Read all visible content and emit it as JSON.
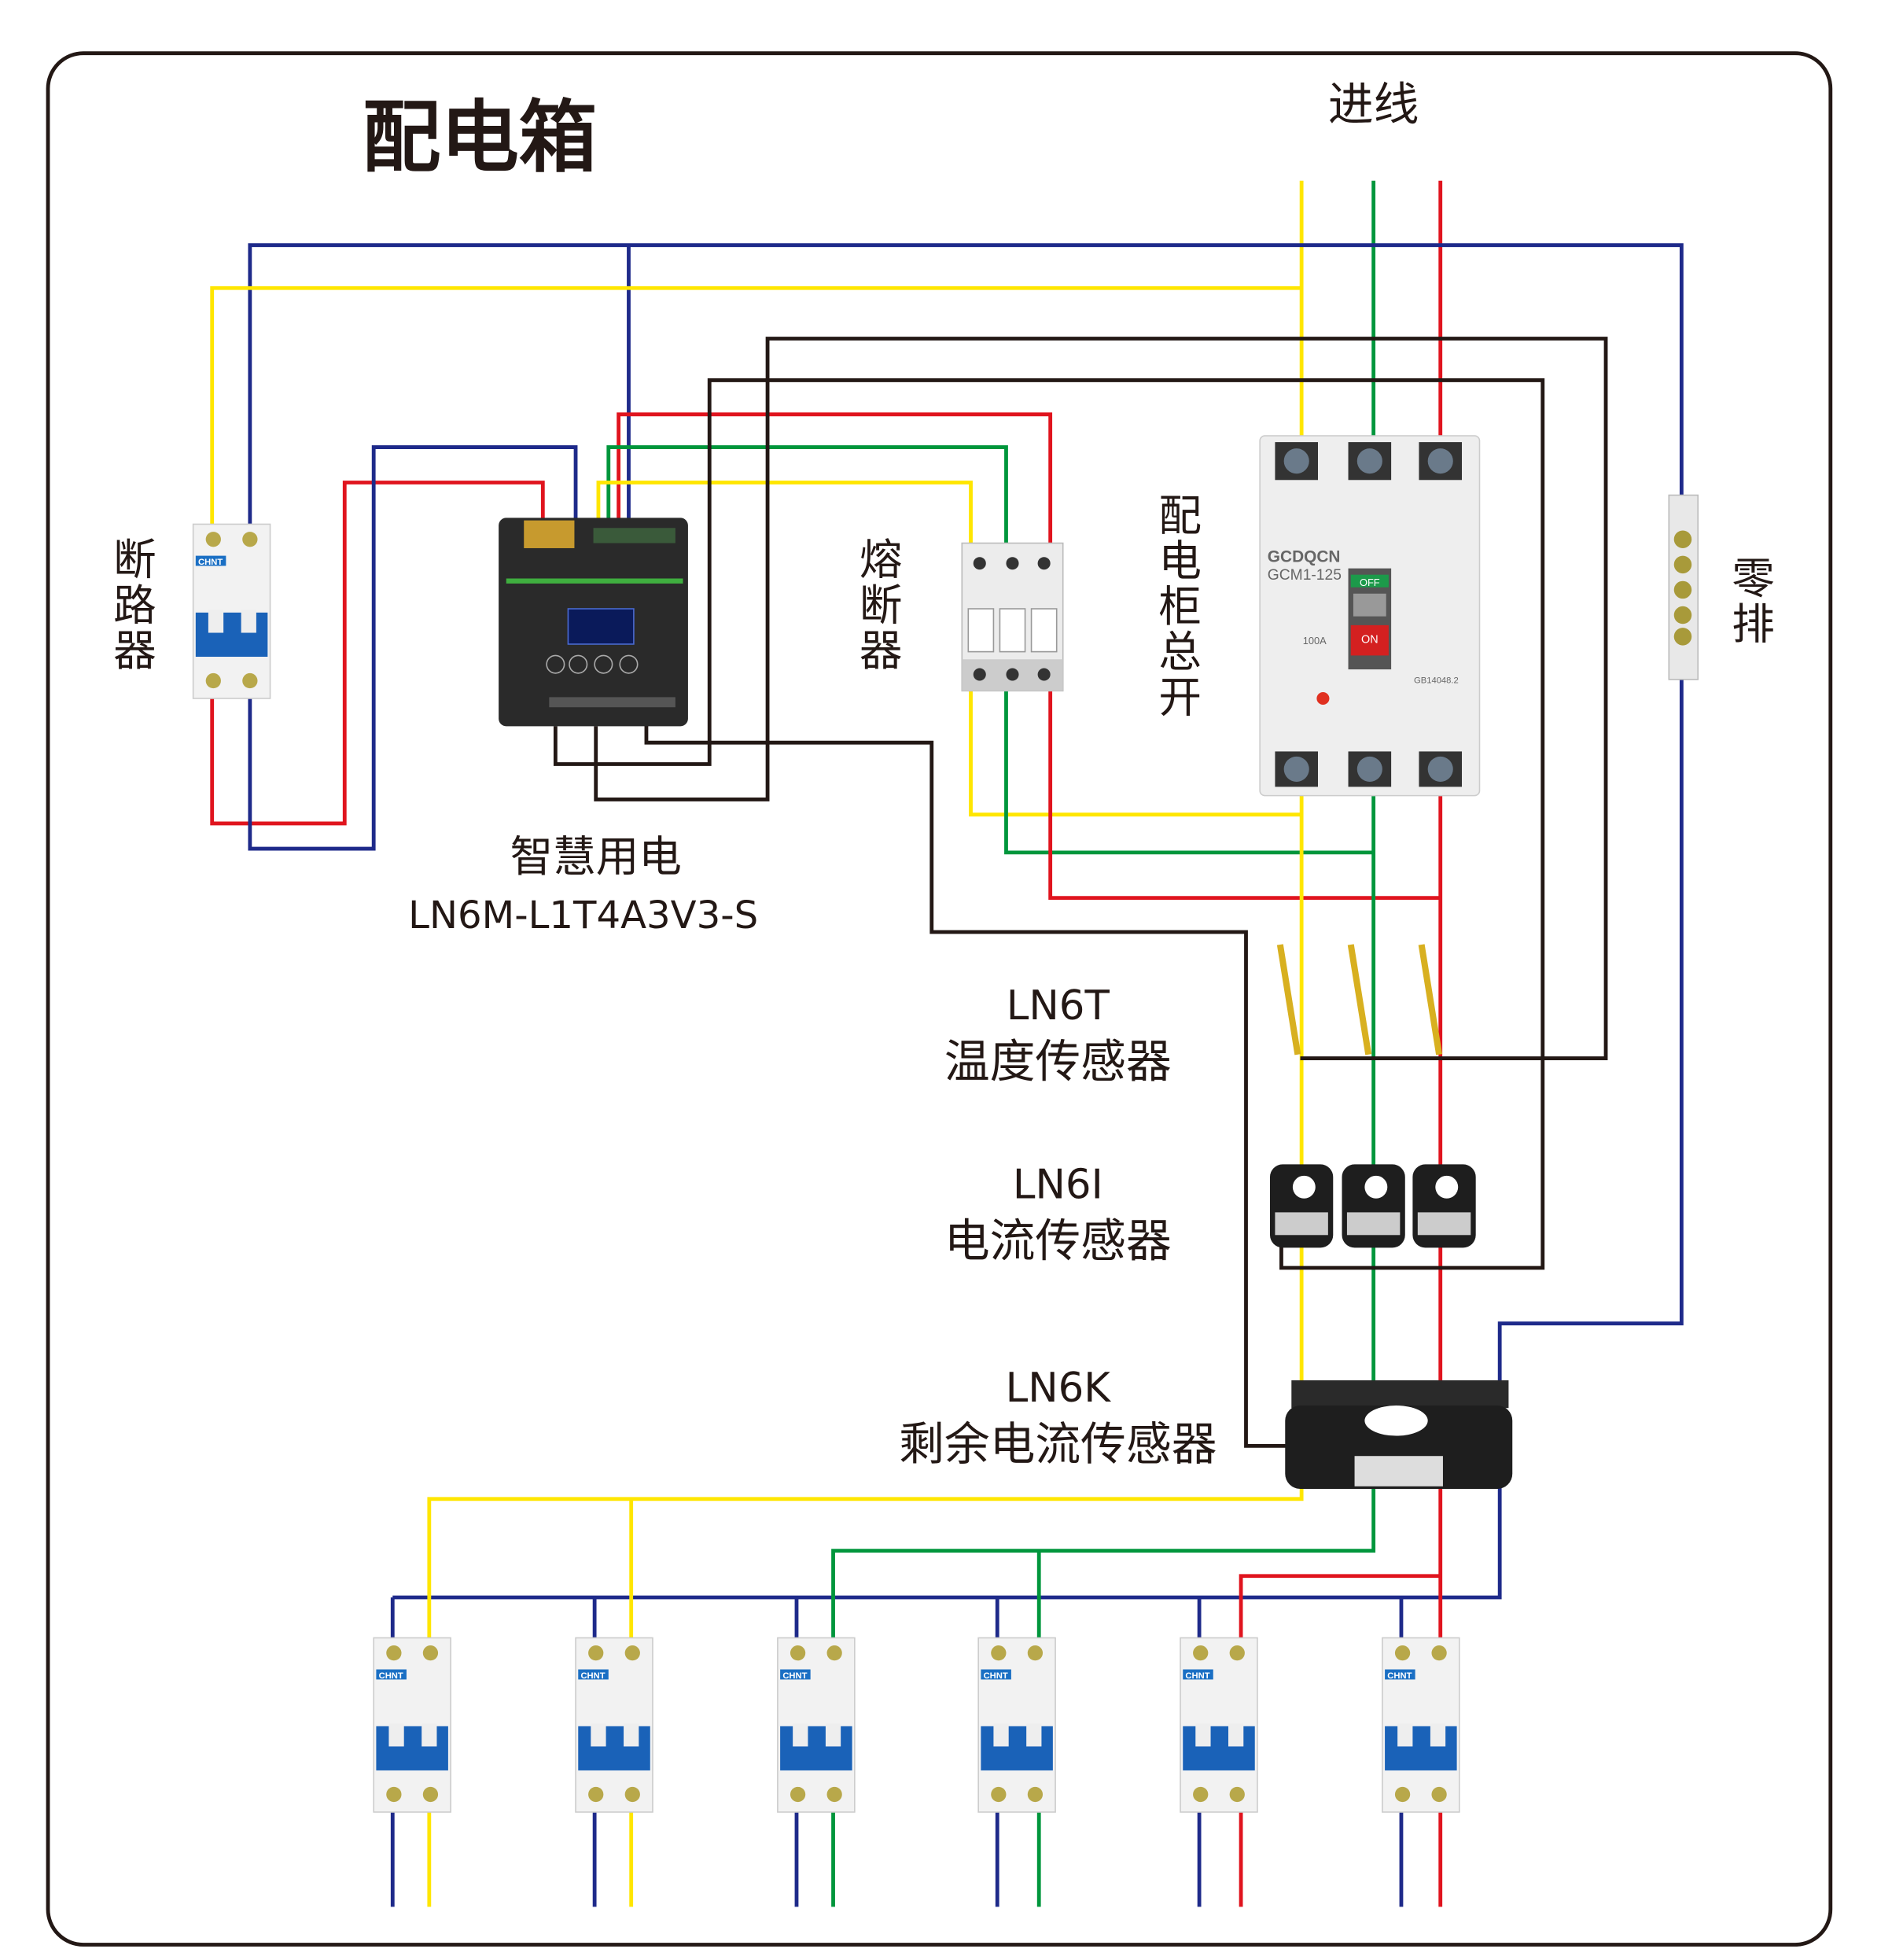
{
  "title": "配电箱",
  "incoming_label": "进线",
  "labels": {
    "breaker": "断路器",
    "fuse": "熔断器",
    "main_switch": "配电柜总开",
    "neutral_bar": "零排",
    "smart_meter_name": "智慧用电",
    "smart_meter_model": "LN6M-L1T4A3V3-S",
    "temp_model": "LN6T",
    "temp_name": "温度传感器",
    "current_model": "LN6I",
    "current_name": "电流传感器",
    "residual_model": "LN6K",
    "residual_name": "剩余电流传感器"
  },
  "main_breaker": {
    "brand": "GCDQCN",
    "model": "GCM1-125",
    "on": "ON",
    "off": "OFF",
    "rating": "100A",
    "standard": "GB14048.2"
  },
  "mcb_brand": "CHNT",
  "wire_colors": {
    "L1": "#ffe600",
    "L2": "#00963c",
    "L3": "#e0141e",
    "N": "#1e2a8a",
    "signal": "#231815"
  }
}
